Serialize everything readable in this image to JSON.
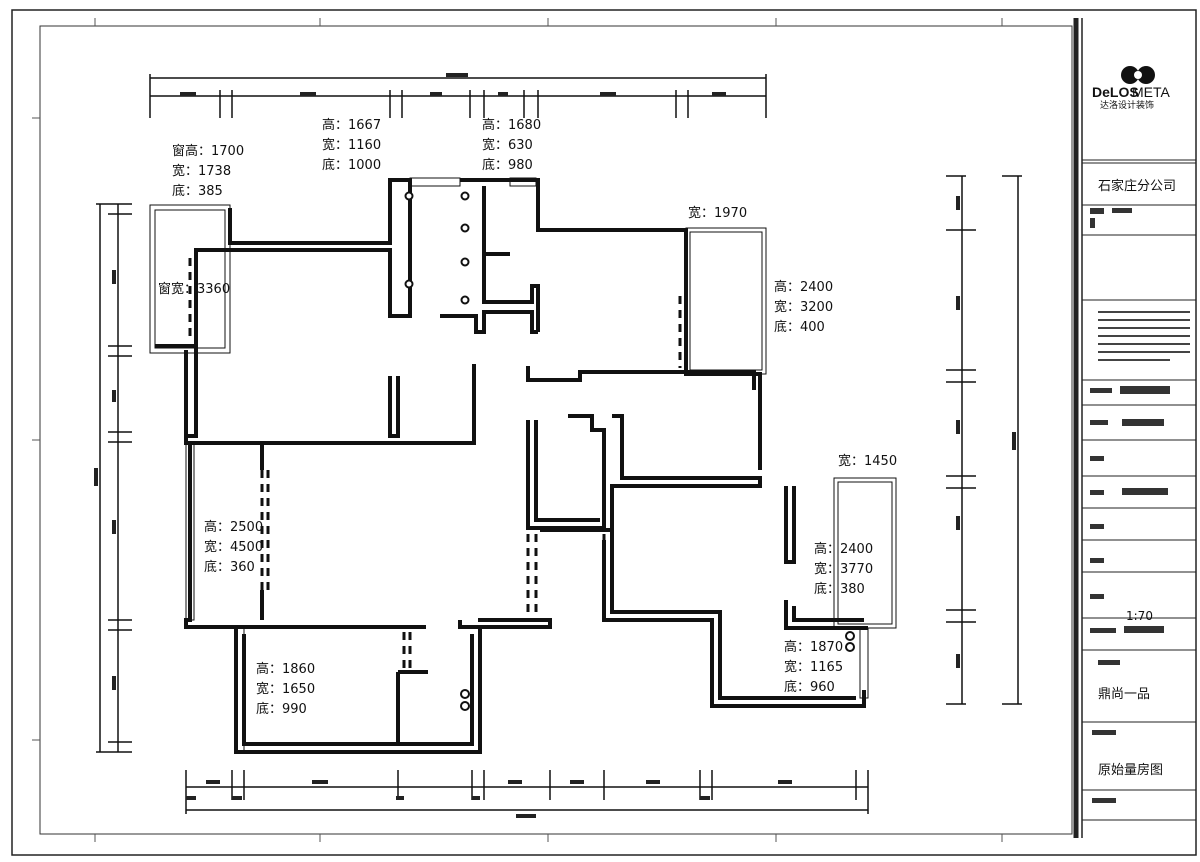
{
  "title_block": {
    "brand_script": "DeLOS",
    "brand_word": "META",
    "brand_sub": "达洛设计装饰",
    "company": "石家庄分公司",
    "scale": "1:70",
    "project_name": "鼎尚一品",
    "drawing_name": "原始量房图"
  },
  "openings": [
    {
      "id": "bedroom-nw-window",
      "lines": [
        "窗高：1700",
        "宽：1738",
        "底：385"
      ]
    },
    {
      "id": "north-window-1",
      "lines": [
        "高：1667",
        "宽：1160",
        "底：1000"
      ]
    },
    {
      "id": "north-window-2",
      "lines": [
        "高：1680",
        "宽：630",
        "底：980"
      ]
    },
    {
      "id": "east-balcony-width",
      "lines": [
        "宽：1970"
      ]
    },
    {
      "id": "east-window",
      "lines": [
        "高：2400",
        "宽：3200",
        "底：400"
      ]
    },
    {
      "id": "west-window-width",
      "lines": [
        "窗宽：3360"
      ]
    },
    {
      "id": "southeast-balcony-width",
      "lines": [
        "宽：1450"
      ]
    },
    {
      "id": "west-living-window",
      "lines": [
        "高：2500",
        "宽：4500",
        "底：360"
      ]
    },
    {
      "id": "southeast-window",
      "lines": [
        "高：2400",
        "宽：3770",
        "底：380"
      ]
    },
    {
      "id": "south-window-1",
      "lines": [
        "高：1860",
        "宽：1650",
        "底：990"
      ]
    },
    {
      "id": "south-window-2",
      "lines": [
        "高：1870",
        "宽：1165",
        "底：960"
      ]
    }
  ]
}
